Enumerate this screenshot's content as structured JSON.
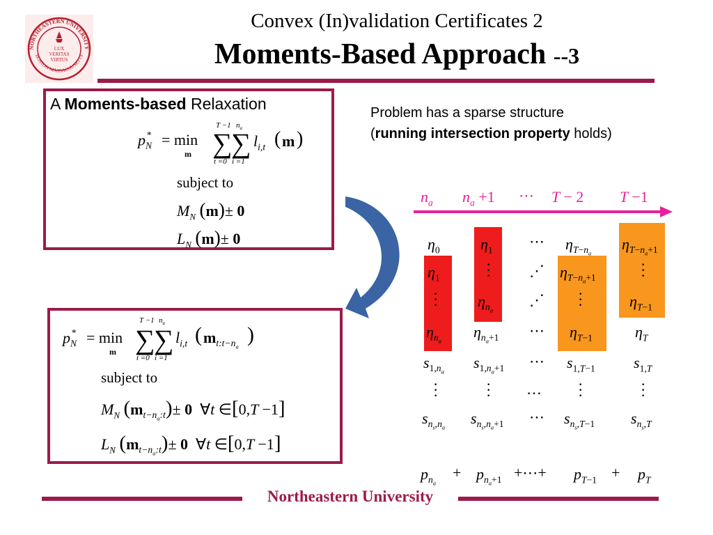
{
  "slide": {
    "title_line1": "Convex (In)validation Certificates 2",
    "title_line2": "Moments-Based Approach",
    "title_suffix": "--3",
    "footer": "Northeastern University"
  },
  "seal": {
    "text_top": "NORTHEASTERN UNIVERSITY",
    "text_bottom": "BOSTON MASSACHUSETTS",
    "motto_1": "LUX",
    "motto_2": "VERITAS",
    "motto_3": "VIRTUS"
  },
  "colors": {
    "accent": "#9b1b4b",
    "magenta": "#e5219e",
    "red_block": "#ee1c1c",
    "orange_block": "#f8961e",
    "arrow_blue": "#3a64a3"
  },
  "relaxation": {
    "prefix": "A ",
    "bold": "Moments-based",
    "suffix": " Relaxation",
    "subject_to": "subject to"
  },
  "sparse_note": {
    "line1": "Problem has a sparse structure",
    "open": "(",
    "bold": "running intersection property",
    "close": " holds)"
  },
  "timeline": [
    "n_a",
    "n_a + 1",
    "⋯",
    "T − 2",
    "T − 1"
  ],
  "objective_sum": [
    "p_{n_a}",
    "+",
    "p_{n_a+1}",
    "+⋯+",
    "p_{T−1}",
    "+",
    "p_T"
  ]
}
